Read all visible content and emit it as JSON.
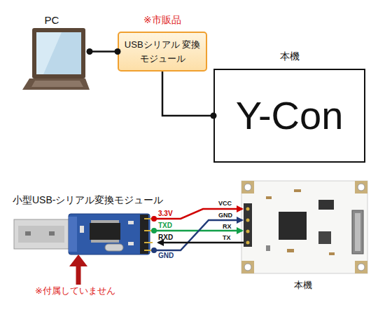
{
  "diagram": {
    "nodes": [
      {
        "text": [
          "PC"
        ]
      },
      {
        "text": [
          "USBシリアル 変換モジュール"
        ]
      },
      {
        "text": [
          "本機",
          "Y-Con"
        ]
      }
    ],
    "edges": [
      {
        "from": 0,
        "to": 1,
        "arrow": "none"
      },
      {
        "from": 1,
        "to": 2,
        "arrow": "none"
      }
    ],
    "labels": [
      "※市販品",
      "小型USB-シリアル変換モジュール",
      "3.3V",
      "TXD",
      "RXD",
      "GND",
      "VCC",
      "GND",
      "RX",
      "TX",
      "※付属していません",
      "本機"
    ]
  }
}
